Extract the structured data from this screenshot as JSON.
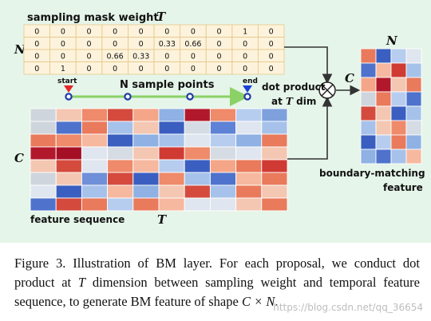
{
  "labels": {
    "mask_title": "sampling mask weight",
    "T": "T",
    "N": "N",
    "C": "C",
    "start": "start",
    "end": "end",
    "sample_points": "N sample points",
    "dot_product_1": "dot product",
    "dot_product_2_prefix": "at ",
    "dot_product_2_suffix": " dim",
    "bm_feature_1": "boundary-matching",
    "bm_feature_2": "feature",
    "feature_sequence": "feature sequence"
  },
  "mask_rows": [
    [
      "0",
      "0",
      "0",
      "0",
      "0",
      "0",
      "0",
      "0",
      "1",
      "0"
    ],
    [
      "0",
      "0",
      "0",
      "0",
      "0",
      "0.33",
      "0.66",
      "0",
      "0",
      "0"
    ],
    [
      "0",
      "0",
      "0",
      "0.66",
      "0.33",
      "0",
      "0",
      "0",
      "0",
      "0"
    ],
    [
      "0",
      "1",
      "0",
      "0",
      "0",
      "0",
      "0",
      "0",
      "0",
      "0"
    ]
  ],
  "colors": {
    "arrow_green": "#8bd166",
    "point_blue": "#1f3aa8",
    "start_marker": "#e5252a",
    "end_marker": "#1a3fd6",
    "mask_bg": "#fdf3dc",
    "mask_grid": "#e6c98a"
  },
  "feature_grid": [
    [
      "#cfd5dd",
      "#f4c7b2",
      "#ef8a6a",
      "#d44b3e",
      "#f5a688",
      "#8fb1e4",
      "#b2182b",
      "#ef8a6a",
      "#b7cdef",
      "#7ea1de"
    ],
    [
      "#cfd5dd",
      "#4f73cc",
      "#e97a5b",
      "#a6c2ea",
      "#f4c7b2",
      "#3b5fc0",
      "#d6dce4",
      "#5d82d6",
      "#e0e6ef",
      "#a6c2ea"
    ],
    [
      "#e97a5b",
      "#ef8a6a",
      "#f6b89f",
      "#3b5fc0",
      "#8fb1e4",
      "#a6c2ea",
      "#e0e6ef",
      "#b7cdef",
      "#8fb1e4",
      "#e97a5b"
    ],
    [
      "#b2182b",
      "#a50f25",
      "#e0e6ef",
      "#d6dce4",
      "#f4c7b2",
      "#cf3a33",
      "#ef8a6a",
      "#d6dce4",
      "#e0e6ef",
      "#f4c7b2"
    ],
    [
      "#f4c7b2",
      "#d44b3e",
      "#e0e6ef",
      "#ef8a6a",
      "#f6b89f",
      "#b7cdef",
      "#3b5fc0",
      "#f5a688",
      "#e97a5b",
      "#cf3a33"
    ],
    [
      "#cfd5dd",
      "#f4c7b2",
      "#6f8fd8",
      "#d44b3e",
      "#3b5fc0",
      "#ef8a6a",
      "#a6c2ea",
      "#4f73cc",
      "#f6b89f",
      "#e97a5b"
    ],
    [
      "#e0e6ef",
      "#3b5fc0",
      "#a6c2ea",
      "#f6b89f",
      "#8fb1e4",
      "#f4c7b2",
      "#d44b3e",
      "#a6c2ea",
      "#e97a5b",
      "#f4c7b2"
    ],
    [
      "#4f73cc",
      "#d44b3e",
      "#e97a5b",
      "#b7cdef",
      "#e97a5b",
      "#f6b89f",
      "#e0e6ef",
      "#e0e6ef",
      "#f4c7b2",
      "#e97a5b"
    ]
  ],
  "bm_grid": [
    [
      "#e97a5b",
      "#3b5fc0",
      "#b7cdef",
      "#e0e6ef"
    ],
    [
      "#4f73cc",
      "#f6b89f",
      "#cf3a33",
      "#a6c2ea"
    ],
    [
      "#f5a688",
      "#b2182b",
      "#f4c7b2",
      "#e97a5b"
    ],
    [
      "#cfd5dd",
      "#e97a5b",
      "#b7cdef",
      "#4f73cc"
    ],
    [
      "#d44b3e",
      "#f4c7b2",
      "#3b5fc0",
      "#a6c2ea"
    ],
    [
      "#a6c2ea",
      "#f4c7b2",
      "#ef8a6a",
      "#d6dce4"
    ],
    [
      "#3b5fc0",
      "#b7cdef",
      "#e97a5b",
      "#8fb1e4"
    ],
    [
      "#8fb1e4",
      "#4f73cc",
      "#a6c2ea",
      "#f6b89f"
    ]
  ],
  "caption": {
    "p1": "Figure 3. Illustration of BM layer. For each proposal, we conduct dot product at ",
    "m1": "T",
    "p2": " dimension between sampling weight and temporal feature sequence, to generate BM feature of shape ",
    "m2": "C × N",
    "p3": "."
  },
  "watermark": "https://blog.csdn.net/qq_36654"
}
